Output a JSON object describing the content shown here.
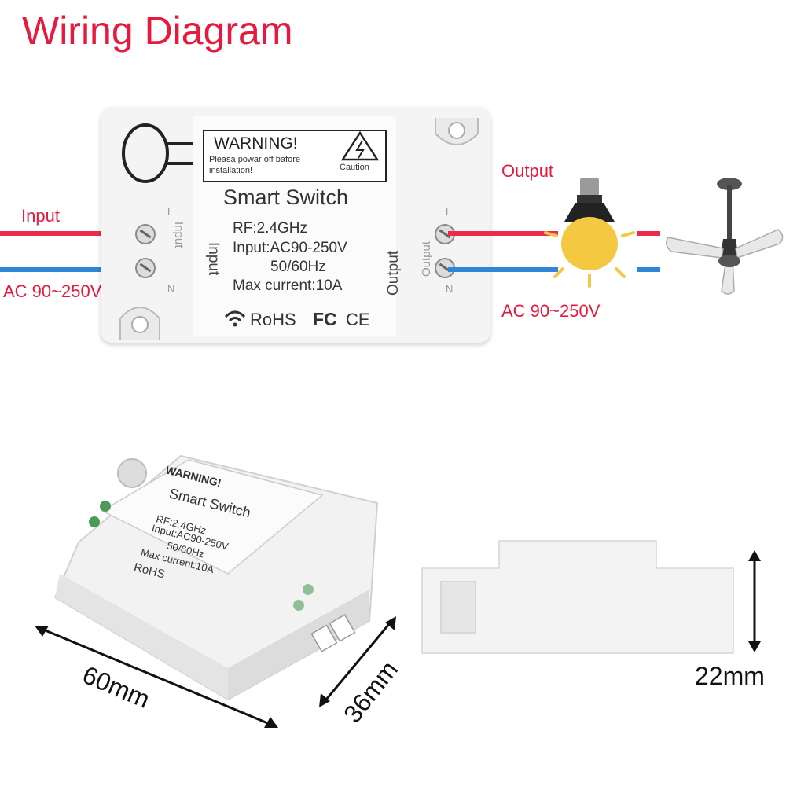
{
  "title": "Wiring Diagram",
  "labels": {
    "input": "Input",
    "input_voltage": "AC 90~250V",
    "output": "Output",
    "output_voltage": "AC 90~250V"
  },
  "device": {
    "warning_title": "WARNING!",
    "warning_line1": "Pleasa powar off bafore",
    "warning_line2": "installation!",
    "caution": "Caution",
    "name": "Smart Switch",
    "spec_rf": "RF:2.4GHz",
    "spec_input": "Input:AC90-250V",
    "spec_freq": "50/60Hz",
    "spec_current": "Max current:10A",
    "side_input": "Input",
    "side_output": "Output",
    "cert_rohs": "RoHS",
    "cert_fc": "FC",
    "cert_ce": "CE",
    "terminal_l": "L",
    "terminal_n": "N"
  },
  "dimensions": {
    "length": "60mm",
    "width": "36mm",
    "height": "22mm"
  },
  "colors": {
    "title": "#e8193c",
    "live_wire": "#ee2a4c",
    "neutral_wire": "#2f86d9",
    "bulb": "#f5c842"
  }
}
